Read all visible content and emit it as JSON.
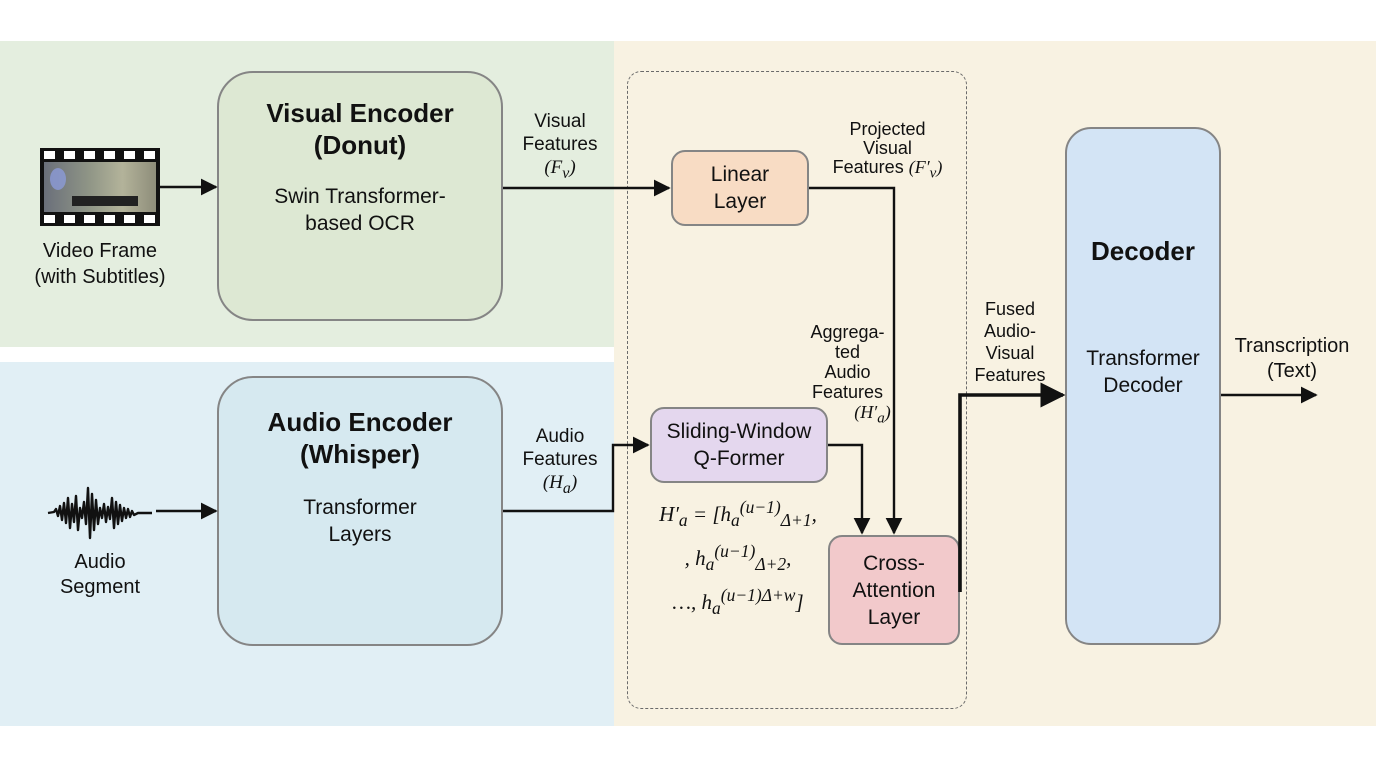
{
  "diagram": {
    "inputs": {
      "video": {
        "label_line1": "Video Frame",
        "label_line2": "(with Subtitles)",
        "icon": "film-strip-icon"
      },
      "audio": {
        "label_line1": "Audio",
        "label_line2": "Segment",
        "icon": "waveform-icon"
      }
    },
    "visual_encoder": {
      "title_line1": "Visual Encoder",
      "title_line2": "(Donut)",
      "sub_line1": "Swin Transformer-",
      "sub_line2": "based OCR"
    },
    "audio_encoder": {
      "title_line1": "Audio Encoder",
      "title_line2": "(Whisper)",
      "sub_line1": "Transformer",
      "sub_line2": "Layers"
    },
    "linear_layer": {
      "line1": "Linear",
      "line2": "Layer"
    },
    "qformer": {
      "line1": "Sliding-Window",
      "line2": "Q-Former"
    },
    "cross_attention": {
      "line1": "Cross-",
      "line2": "Attention",
      "line3": "Layer"
    },
    "decoder": {
      "title": "Decoder",
      "sub_line1": "Transformer",
      "sub_line2": "Decoder"
    },
    "edge_labels": {
      "visual_features": {
        "line1": "Visual",
        "line2": "Features",
        "math": "(F_v)"
      },
      "projected": {
        "line1": "Projected",
        "line2": "Visual",
        "line3": "Features",
        "math": "(F'_v)"
      },
      "audio_features": {
        "line1": "Audio",
        "line2": "Features",
        "math": "(H_a)"
      },
      "aggregated": {
        "line1": "Aggrega-",
        "line2": "ted",
        "line3": "Audio",
        "line4": "Features",
        "math": "(H'_a)"
      },
      "fused": {
        "line1": "Fused",
        "line2": "Audio-",
        "line3": "Visual",
        "line4": "Features"
      },
      "output": {
        "line1": "Transcription",
        "line2": "(Text)"
      }
    },
    "equation": {
      "line1": "H'_a = [h_a^(u-1)_{Δ+1},",
      "line2": ", h_a^(u-1)_{Δ+2},",
      "line3": "…, h_a^((u-1)Δ+w)]"
    },
    "colors": {
      "visual_panel": "#e4eedf",
      "audio_panel": "#e1eff5",
      "fusion_panel": "#f8f2e2",
      "visual_box": "#dde8d3",
      "audio_box": "#d6e9f0",
      "linear": "#f8dcc4",
      "qformer": "#e4d7ee",
      "cross_attention": "#f2c9cb",
      "decoder": "#d3e4f5"
    }
  }
}
